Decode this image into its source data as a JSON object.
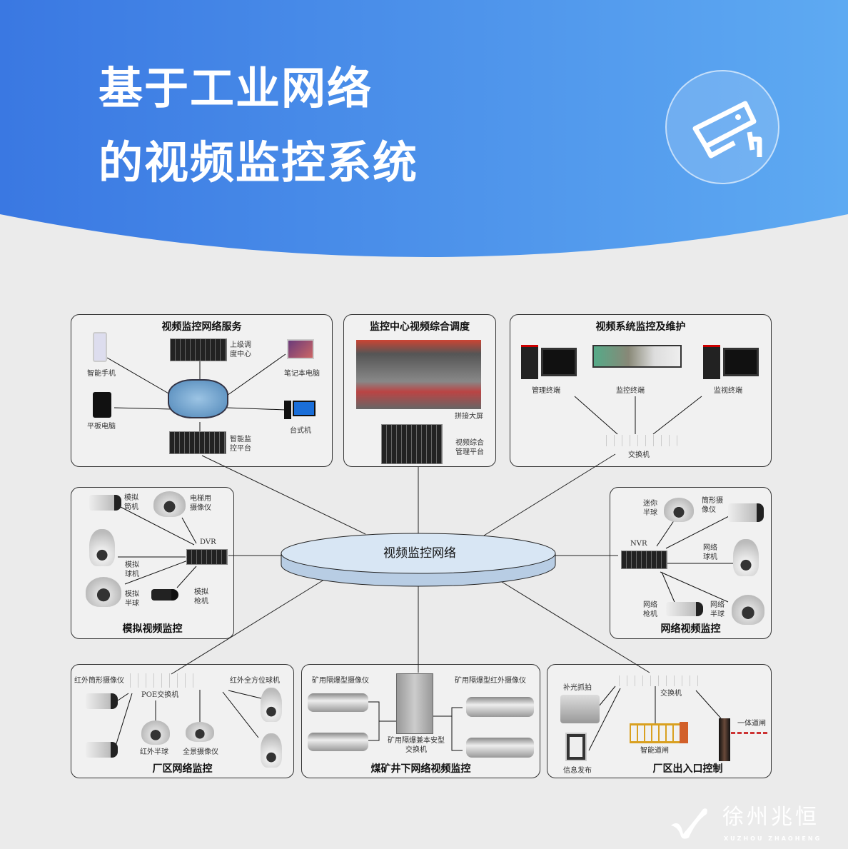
{
  "header": {
    "title_line1": "基于工业网络",
    "title_line2": "的视频监控系统",
    "icon": "security-camera-icon",
    "gradient_from": "#3a78e2",
    "gradient_to": "#5eaaf2"
  },
  "center": {
    "label": "视频监控网络"
  },
  "boxes": {
    "network_service": {
      "title": "视频监控网络服务",
      "items": [
        "智能手机",
        "平板电脑",
        "上级调度中心",
        "笔记本电脑",
        "台式机",
        "智能监控平台"
      ]
    },
    "control_center": {
      "title": "监控中心视频综合调度",
      "items": [
        "拼接大屏",
        "视频综合管理平台"
      ]
    },
    "maintenance": {
      "title": "视频系统监控及维护",
      "items": [
        "管理终端",
        "监控终端",
        "监视终端",
        "交换机"
      ]
    },
    "analog": {
      "title": "模拟视频监控",
      "items": [
        "模拟筒机",
        "电梯用摄像仪",
        "DVR",
        "模拟球机",
        "模拟半球",
        "模拟枪机"
      ]
    },
    "network_video": {
      "title": "网络视频监控",
      "items": [
        "迷你半球",
        "筒形摄像仪",
        "NVR",
        "网络球机",
        "网络枪机",
        "网络半球"
      ]
    },
    "factory": {
      "title": "厂区网络监控",
      "items": [
        "红外筒形摄像仪",
        "POE交换机",
        "红外全方位球机",
        "红外半球",
        "全景摄像仪"
      ]
    },
    "mine": {
      "title": "煤矿井下网络视频监控",
      "items": [
        "矿用隔爆型摄像仪",
        "矿用隔爆型红外摄像仪",
        "矿用隔爆兼本安型交换机"
      ]
    },
    "gate": {
      "title": "厂区出入口控制",
      "items": [
        "补光抓拍",
        "交换机",
        "信息发布",
        "智能道闸",
        "一体道闸"
      ]
    }
  },
  "watermark": {
    "name": "徐州兆恒",
    "pinyin": "XUZHOU ZHAOHENG"
  }
}
